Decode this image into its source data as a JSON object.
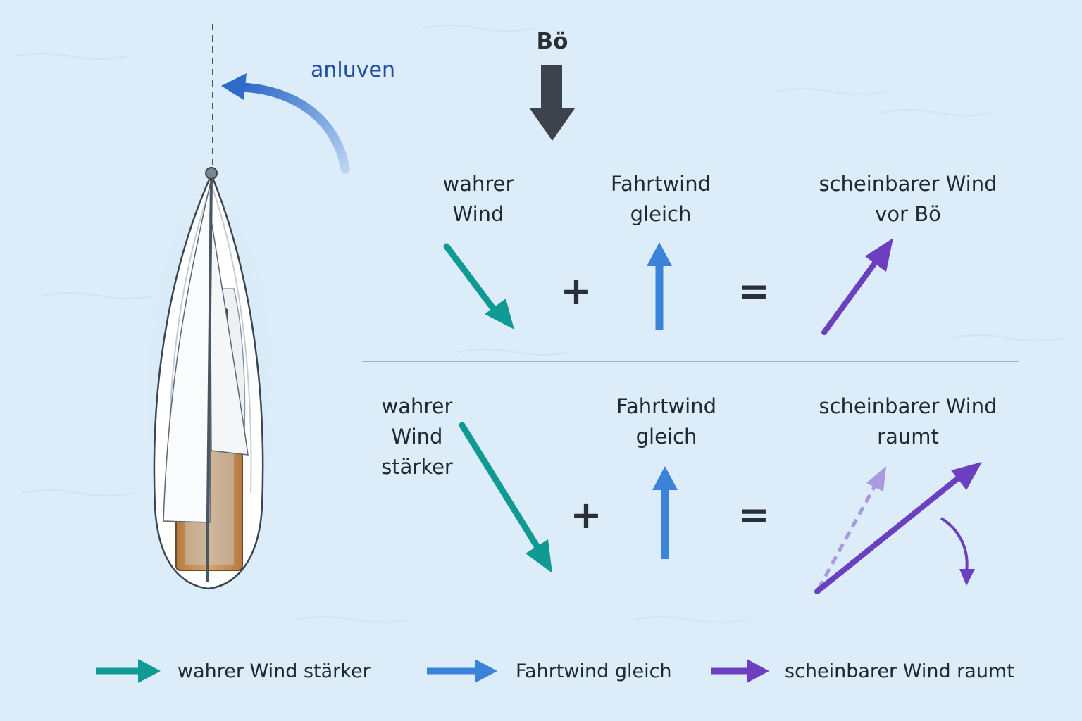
{
  "gust_label": "Bö",
  "luff_label": "anluven",
  "top_row": {
    "true_wind": [
      "wahrer",
      "Wind"
    ],
    "boat_wind": [
      "Fahrtwind",
      "gleich"
    ],
    "apparent_wind": [
      "scheinbarer Wind",
      "vor Bö"
    ],
    "plus": "+",
    "equals": "="
  },
  "bottom_row": {
    "true_wind": [
      "wahrer",
      "Wind",
      "stärker"
    ],
    "boat_wind": [
      "Fahrtwind",
      "gleich"
    ],
    "apparent_wind": [
      "scheinbarer Wind",
      "raumt"
    ],
    "plus": "+",
    "equals": "="
  },
  "legend": [
    {
      "label": "wahrer Wind stärker",
      "color": "#0f9a94",
      "icon": "teal-arrow-icon"
    },
    {
      "label": "Fahrtwind gleich",
      "color": "#3b82d9",
      "icon": "blue-arrow-icon"
    },
    {
      "label": "scheinbarer Wind raumt",
      "color": "#6b3fbf",
      "icon": "purple-arrow-icon"
    }
  ],
  "colors": {
    "water": "#dcecf8",
    "true_wind": "#0f9a94",
    "boat_wind": "#3b82d9",
    "apparent_wind": "#6b3fbf",
    "apparent_wind_before": "#a99ae0",
    "gust_arrow": "#3d434a",
    "luff_arrow": "#2f6bc8",
    "luff_text": "#1f4e9c",
    "divider": "#9fb2c4"
  }
}
